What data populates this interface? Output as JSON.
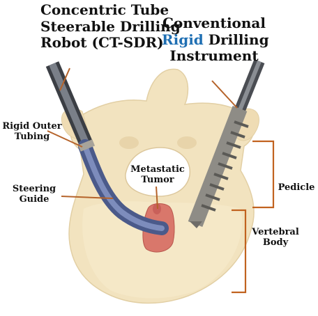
{
  "labels": {
    "ct_sdr_line1": "Concentric Tube",
    "ct_sdr_line2": "Steerable Drilling",
    "ct_sdr_line3": "Robot (CT-SDR)",
    "conv_line1": "Conventional",
    "conv_rigid": "Rigid",
    "conv_drilling": " Drilling",
    "conv_line3": "Instrument",
    "rigid_outer_line1": "Rigid Outer",
    "rigid_outer_line2": "Tubing",
    "steering_line1": "Steering",
    "steering_line2": "Guide",
    "tumor_line1": "Metastatic",
    "tumor_line2": "Tumor",
    "pedicle": "Pedicle",
    "vertebral_line1": "Vertebral",
    "vertebral_line2": "Body"
  },
  "colors": {
    "bone": "#f2e3bf",
    "bone_shadow": "#dcc79c",
    "steering_guide": "#5b6b9c",
    "rigid_tube": "#5a5e66",
    "tumor": "#d9776b",
    "leader_line": "#b5632a",
    "bracket": "#c1621f",
    "rigid_word": "#1f6fb3"
  }
}
